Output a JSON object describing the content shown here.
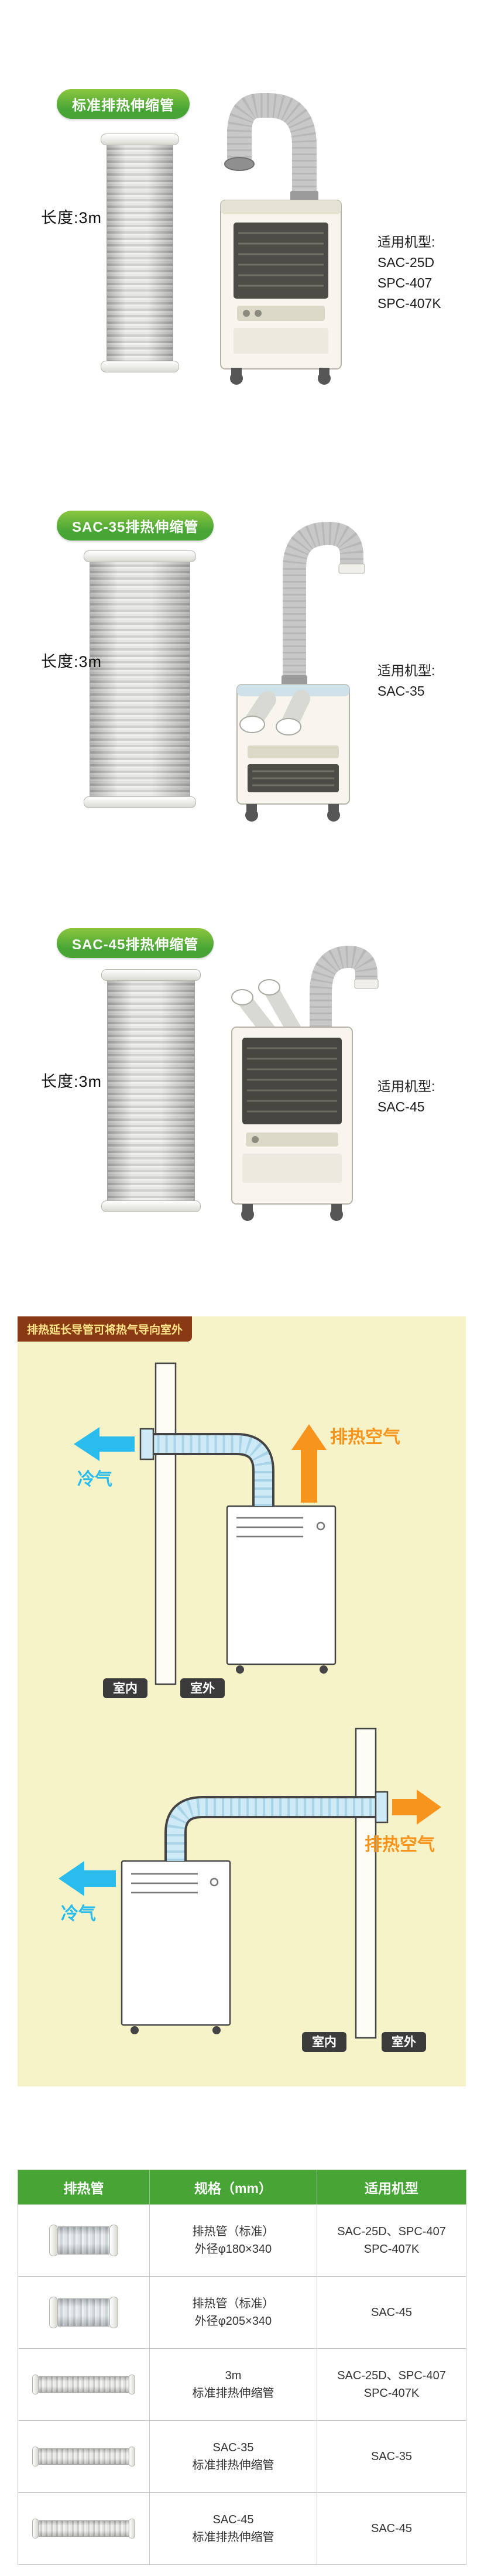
{
  "colors": {
    "badge_green": "#46a535",
    "badge_green_light": "#8bc63f",
    "header_green": "#46a535",
    "hot_orange": "#f7941d",
    "cold_cyan": "#2bbcee",
    "panel_yellow": "#f7f3c9",
    "title_maroon": "#8a3a12",
    "title_text": "#ffe489"
  },
  "sections": [
    {
      "badge": "标准排热伸缩管",
      "length": "长度:3m",
      "models_heading": "适用机型:",
      "models": [
        "SAC-25D",
        "SPC-407",
        "SPC-407K"
      ]
    },
    {
      "badge": "SAC-35排热伸缩管",
      "length": "长度:3m",
      "models_heading": "适用机型:",
      "models": [
        "SAC-35"
      ]
    },
    {
      "badge": "SAC-45排热伸缩管",
      "length": "长度:3m",
      "models_heading": "适用机型:",
      "models": [
        "SAC-45"
      ]
    }
  ],
  "diagram": {
    "title": "排热延长导管可将热气导向室外",
    "hot_air": "排热空气",
    "cold_air": "冷气",
    "indoor": "室内",
    "outdoor": "室外"
  },
  "table": {
    "headers": [
      "排热管",
      "规格（mm）",
      "适用机型"
    ],
    "rows": [
      {
        "spec_line1": "排热管（标准）",
        "spec_line2": "外径φ180×340",
        "models_line1": "SAC-25D、SPC-407",
        "models_line2": "SPC-407K"
      },
      {
        "spec_line1": "排热管（标准）",
        "spec_line2": "外径φ205×340",
        "models_line1": "SAC-45",
        "models_line2": ""
      },
      {
        "spec_line1": "3m",
        "spec_line2": "标准排热伸缩管",
        "models_line1": "SAC-25D、SPC-407",
        "models_line2": "SPC-407K"
      },
      {
        "spec_line1": "SAC-35",
        "spec_line2": "标准排热伸缩管",
        "models_line1": "SAC-35",
        "models_line2": ""
      },
      {
        "spec_line1": "SAC-45",
        "spec_line2": "标准排热伸缩管",
        "models_line1": "SAC-45",
        "models_line2": ""
      }
    ]
  }
}
